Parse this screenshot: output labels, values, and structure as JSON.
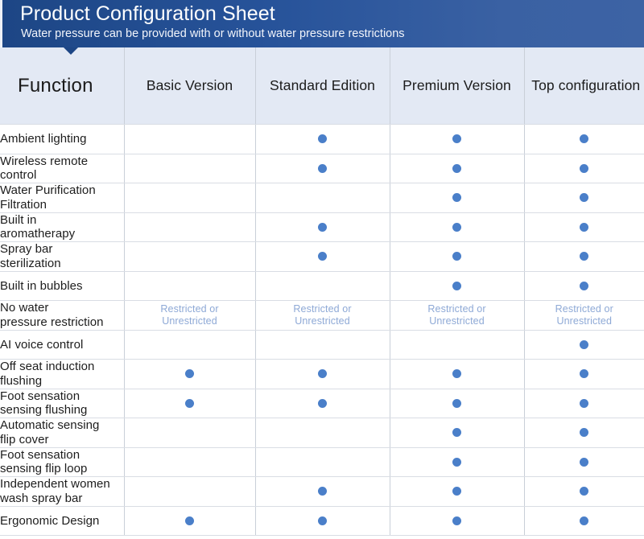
{
  "banner": {
    "title": "Product Configuration Sheet",
    "subtitle": "Water pressure can be provided with or without water pressure restrictions",
    "gradient_start": "#1d4685",
    "gradient_end": "#3d63a4",
    "title_color": "#ffffff"
  },
  "table": {
    "header_bg": "#e3e9f4",
    "dot_color": "#4a7fc9",
    "restricted_text_color": "#8ea9d6",
    "columns": [
      {
        "label": "Function",
        "key": "function"
      },
      {
        "label": "Basic Version",
        "key": "basic"
      },
      {
        "label": "Standard Edition",
        "key": "standard"
      },
      {
        "label": "Premium Version",
        "key": "premium"
      },
      {
        "label": "Top configuration",
        "key": "top"
      }
    ],
    "restricted_label": "Restricted  or\nUnrestricted",
    "rows": [
      {
        "function": "Ambient lighting",
        "values": [
          "",
          "dot",
          "dot",
          "dot"
        ]
      },
      {
        "function": "Wireless remote\ncontrol",
        "values": [
          "",
          "dot",
          "dot",
          "dot"
        ]
      },
      {
        "function": "Water Purification\nFiltration",
        "values": [
          "",
          "",
          "dot",
          "dot"
        ]
      },
      {
        "function": "Built in\naromatherapy",
        "values": [
          "",
          "dot",
          "dot",
          "dot"
        ]
      },
      {
        "function": "Spray bar\nsterilization",
        "values": [
          "",
          "dot",
          "dot",
          "dot"
        ]
      },
      {
        "function": "Built in bubbles",
        "values": [
          "",
          "",
          "dot",
          "dot"
        ]
      },
      {
        "function": "No water\npressure restriction",
        "values": [
          "restricted",
          "restricted",
          "restricted",
          "restricted"
        ]
      },
      {
        "function": "AI voice control",
        "values": [
          "",
          "",
          "",
          "dot"
        ]
      },
      {
        "function": "Off seat induction\nflushing",
        "values": [
          "dot",
          "dot",
          "dot",
          "dot"
        ]
      },
      {
        "function": "Foot sensation\nsensing flushing",
        "values": [
          "dot",
          "dot",
          "dot",
          "dot"
        ]
      },
      {
        "function": "Automatic sensing\nflip cover",
        "values": [
          "",
          "",
          "dot",
          "dot"
        ]
      },
      {
        "function": "Foot sensation\nsensing flip loop",
        "values": [
          "",
          "",
          "dot",
          "dot"
        ]
      },
      {
        "function": "Independent women\nwash spray bar",
        "values": [
          "",
          "dot",
          "dot",
          "dot"
        ]
      },
      {
        "function": "Ergonomic Design",
        "values": [
          "dot",
          "dot",
          "dot",
          "dot"
        ]
      }
    ]
  }
}
